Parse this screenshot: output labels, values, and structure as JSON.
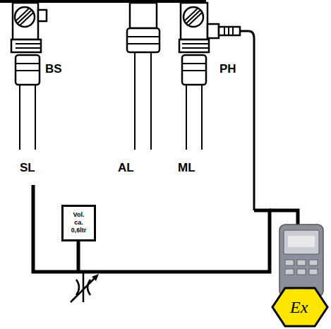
{
  "diagram": {
    "nodes": [
      {
        "text": [
          "Vol. ca. 0,6ltr"
        ]
      }
    ],
    "labels": [
      "BS",
      "PH",
      "SL",
      "AL",
      "ML",
      "Ex"
    ]
  }
}
